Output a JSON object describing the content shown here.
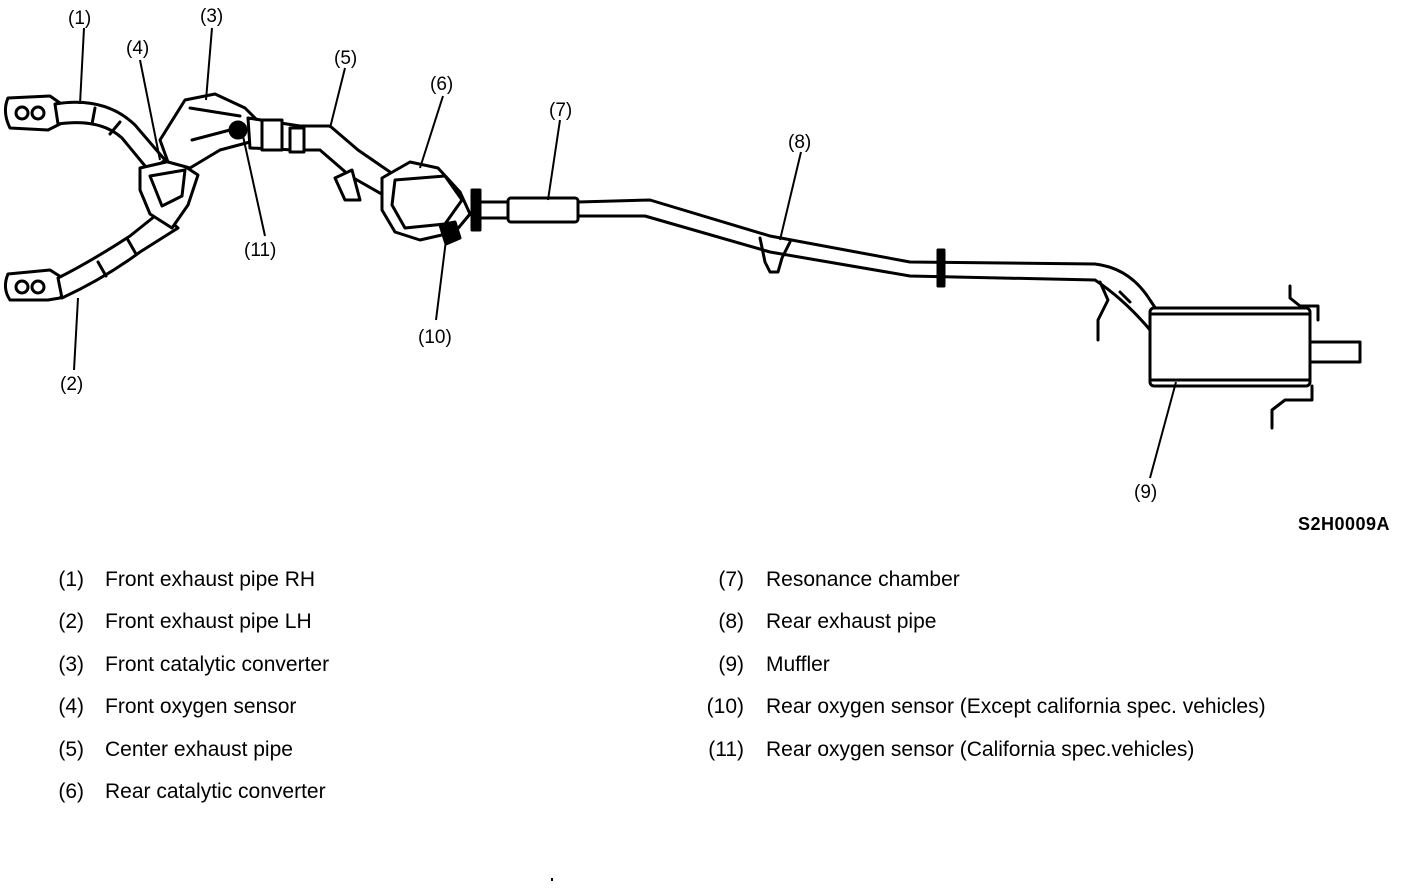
{
  "diagram": {
    "callouts": [
      "(1)",
      "(2)",
      "(3)",
      "(4)",
      "(5)",
      "(6)",
      "(7)",
      "(8)",
      "(9)",
      "(10)",
      "(11)"
    ]
  },
  "reference_code": "S2H0009A",
  "legend": {
    "left": [
      {
        "num": "(1)",
        "label": "Front exhaust pipe RH"
      },
      {
        "num": "(2)",
        "label": "Front exhaust pipe LH"
      },
      {
        "num": "(3)",
        "label": "Front catalytic converter"
      },
      {
        "num": "(4)",
        "label": "Front oxygen sensor"
      },
      {
        "num": "(5)",
        "label": "Center exhaust pipe"
      },
      {
        "num": "(6)",
        "label": "Rear catalytic converter"
      }
    ],
    "right": [
      {
        "num": "(7)",
        "label": "Resonance chamber"
      },
      {
        "num": "(8)",
        "label": "Rear exhaust pipe"
      },
      {
        "num": "(9)",
        "label": "Muffler"
      },
      {
        "num": "(10)",
        "label": "Rear oxygen sensor (Except california spec. vehicles)"
      },
      {
        "num": "(11)",
        "label": "Rear oxygen sensor (California spec.vehicles)"
      }
    ]
  }
}
